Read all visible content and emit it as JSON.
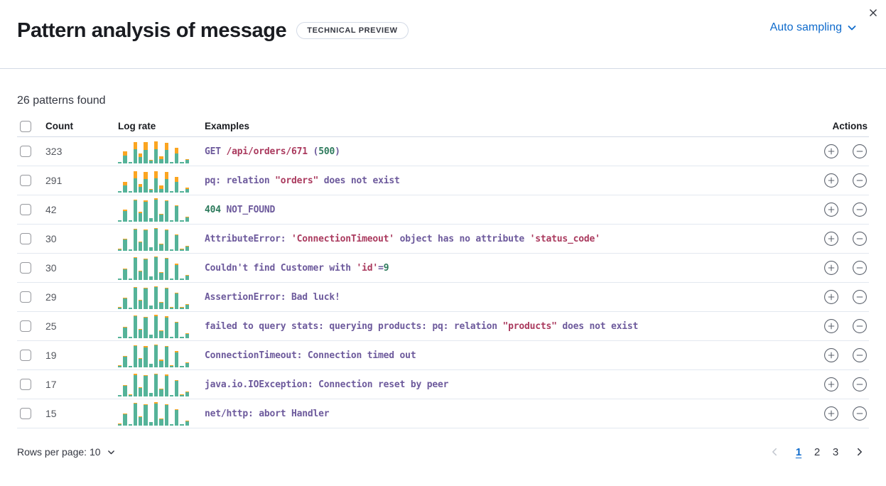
{
  "header": {
    "title": "Pattern analysis of message",
    "badge": "TECHNICAL PREVIEW",
    "sampling_label": "Auto sampling"
  },
  "summary": "26 patterns found",
  "table": {
    "columns": {
      "count": "Count",
      "log_rate": "Log rate",
      "examples": "Examples",
      "actions": "Actions"
    }
  },
  "rows": [
    {
      "count": "323",
      "example_tokens": [
        {
          "text": "GET ",
          "color": "p"
        },
        {
          "text": "/api/orders/671",
          "color": "r"
        },
        {
          "text": " (",
          "color": "p"
        },
        {
          "text": "500",
          "color": "g"
        },
        {
          "text": ")",
          "color": "p"
        }
      ],
      "spark": {
        "green": [
          5,
          33,
          5,
          58,
          26,
          55,
          12,
          60,
          17,
          55,
          5,
          42,
          5,
          13
        ],
        "orange": [
          0,
          17,
          0,
          30,
          14,
          33,
          2,
          32,
          13,
          32,
          0,
          24,
          0,
          5
        ]
      }
    },
    {
      "count": "291",
      "example_tokens": [
        {
          "text": "pq: relation ",
          "color": "p"
        },
        {
          "text": "\"orders\"",
          "color": "r"
        },
        {
          "text": " does not exist",
          "color": "p"
        }
      ],
      "spark": {
        "green": [
          5,
          30,
          5,
          60,
          24,
          57,
          12,
          60,
          15,
          57,
          5,
          44,
          5,
          13
        ],
        "orange": [
          0,
          15,
          0,
          28,
          12,
          30,
          2,
          30,
          14,
          30,
          0,
          22,
          0,
          6
        ]
      }
    },
    {
      "count": "42",
      "example_tokens": [
        {
          "text": "404",
          "color": "g"
        },
        {
          "text": " NOT_FOUND",
          "color": "p"
        }
      ],
      "spark": {
        "green": [
          5,
          45,
          5,
          88,
          36,
          84,
          14,
          92,
          28,
          86,
          5,
          64,
          5,
          18
        ],
        "orange": [
          0,
          4,
          0,
          6,
          4,
          4,
          0,
          6,
          3,
          4,
          0,
          5,
          0,
          2
        ]
      }
    },
    {
      "count": "30",
      "example_tokens": [
        {
          "text": "AttributeError: ",
          "color": "p"
        },
        {
          "text": "'ConnectionTimeout'",
          "color": "r"
        },
        {
          "text": " object has no attribute ",
          "color": "p"
        },
        {
          "text": "'status_code'",
          "color": "r"
        }
      ],
      "spark": {
        "green": [
          5,
          46,
          5,
          90,
          34,
          86,
          13,
          92,
          27,
          87,
          5,
          65,
          5,
          17
        ],
        "orange": [
          2,
          3,
          0,
          4,
          3,
          3,
          2,
          4,
          2,
          3,
          0,
          3,
          2,
          2
        ]
      }
    },
    {
      "count": "30",
      "example_tokens": [
        {
          "text": "Couldn't find Customer with ",
          "color": "p"
        },
        {
          "text": "'id'",
          "color": "r"
        },
        {
          "text": "=",
          "color": "p"
        },
        {
          "text": "9",
          "color": "g"
        }
      ],
      "spark": {
        "green": [
          5,
          44,
          5,
          92,
          35,
          85,
          13,
          94,
          28,
          88,
          5,
          63,
          5,
          18
        ],
        "orange": [
          0,
          4,
          0,
          5,
          3,
          4,
          0,
          5,
          3,
          4,
          0,
          4,
          0,
          2
        ]
      }
    },
    {
      "count": "29",
      "example_tokens": [
        {
          "text": "AssertionError: Bad luck!",
          "color": "p"
        }
      ],
      "spark": {
        "green": [
          5,
          45,
          5,
          90,
          35,
          86,
          13,
          92,
          27,
          86,
          5,
          64,
          5,
          17
        ],
        "orange": [
          2,
          3,
          0,
          4,
          4,
          3,
          0,
          5,
          3,
          4,
          2,
          3,
          2,
          2
        ]
      }
    },
    {
      "count": "25",
      "example_tokens": [
        {
          "text": "failed to query stats: querying products: pq: relation ",
          "color": "p"
        },
        {
          "text": "\"products\"",
          "color": "r"
        },
        {
          "text": " does not exist",
          "color": "p"
        }
      ],
      "spark": {
        "green": [
          5,
          44,
          5,
          91,
          34,
          85,
          13,
          93,
          28,
          87,
          5,
          64,
          5,
          18
        ],
        "orange": [
          0,
          4,
          0,
          5,
          3,
          4,
          2,
          5,
          3,
          4,
          0,
          4,
          0,
          2
        ]
      }
    },
    {
      "count": "19",
      "example_tokens": [
        {
          "text": "ConnectionTimeout: Connection timed out",
          "color": "p"
        }
      ],
      "spark": {
        "green": [
          5,
          45,
          5,
          89,
          36,
          84,
          14,
          91,
          27,
          86,
          5,
          63,
          5,
          17
        ],
        "orange": [
          2,
          3,
          0,
          5,
          3,
          4,
          0,
          5,
          4,
          3,
          2,
          4,
          0,
          2
        ]
      }
    },
    {
      "count": "17",
      "example_tokens": [
        {
          "text": "java.io.IOException: Connection reset by peer",
          "color": "p"
        }
      ],
      "spark": {
        "green": [
          5,
          44,
          5,
          90,
          35,
          85,
          13,
          92,
          28,
          87,
          5,
          65,
          5,
          17
        ],
        "orange": [
          0,
          4,
          2,
          5,
          3,
          4,
          0,
          5,
          3,
          4,
          0,
          4,
          2,
          2
        ]
      }
    },
    {
      "count": "15",
      "example_tokens": [
        {
          "text": "net/http: abort Handler",
          "color": "p"
        }
      ],
      "spark": {
        "green": [
          5,
          46,
          5,
          91,
          34,
          86,
          14,
          93,
          27,
          86,
          5,
          64,
          5,
          18
        ],
        "orange": [
          2,
          3,
          0,
          4,
          3,
          4,
          0,
          5,
          3,
          4,
          0,
          4,
          0,
          2
        ]
      }
    }
  ],
  "footer": {
    "rows_per_page_label": "Rows per page: 10",
    "pages": [
      "1",
      "2",
      "3"
    ],
    "active_page": "1"
  },
  "colors": {
    "accent": "#0f6bcc",
    "spark_green": "#55b399",
    "spark_orange": "#fba521",
    "code_purple": "#6d5a9c",
    "code_red": "#aa3a5e",
    "code_green": "#2d7a5c"
  }
}
